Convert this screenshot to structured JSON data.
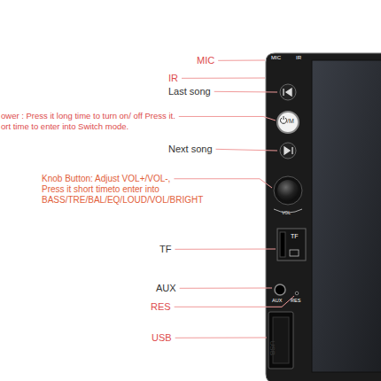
{
  "diagram": {
    "labels": [
      "MIC",
      "IR",
      "Last song",
      "ower : Press it long time to turn on/ off Press it.",
      "ort time to enter into Switch mode.",
      "Next song",
      "Knob Button: Adjust VOL+/VOL-,",
      "Press it short timeto enter into",
      "BASS/TRE/BAL/EQ/LOUD/VOL/BRIGHT",
      "TF",
      "AUX",
      "RES",
      "USB",
      "MIC",
      "IR",
      "/M",
      "TF",
      "AUX",
      "RES",
      "USB",
      "VOL"
    ]
  }
}
